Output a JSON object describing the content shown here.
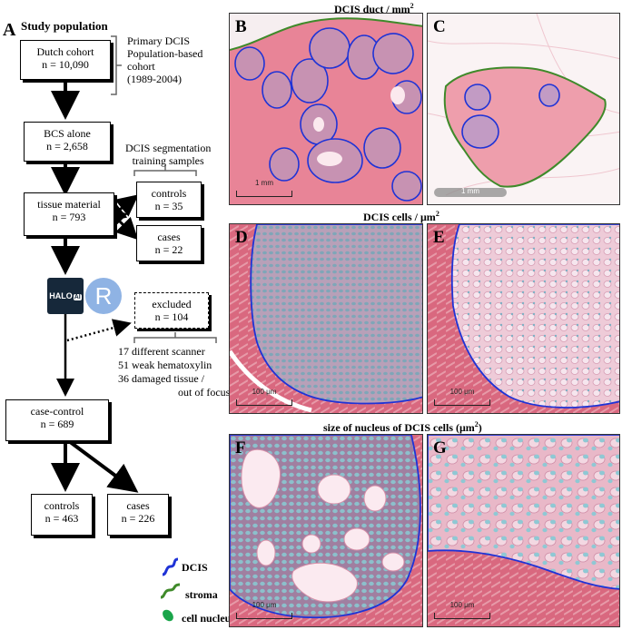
{
  "flowchart": {
    "panel_letter": "A",
    "title": "Study population",
    "cohort_box": {
      "line1": "Dutch cohort",
      "line2": "n = 10,090"
    },
    "cohort_note": {
      "line1": "Primary DCIS",
      "line2": "Population-based",
      "line3": "cohort",
      "line4": "(1989-2004)"
    },
    "bcs_box": {
      "line1": "BCS alone",
      "line2": "n = 2,658"
    },
    "segmentation_note": {
      "line1": "DCIS segmentation",
      "line2": "training samples"
    },
    "tissue_box": {
      "line1": "tissue material",
      "line2": "n = 793"
    },
    "controls_train_box": {
      "line1": "controls",
      "line2": "n = 35"
    },
    "cases_train_box": {
      "line1": "cases",
      "line2": "n = 22"
    },
    "halo_logo": {
      "text1": "HALO",
      "text2": "AI"
    },
    "r_logo": "R",
    "excluded_box": {
      "line1": "excluded",
      "line2": "n = 104"
    },
    "excluded_reasons": [
      "17 different scanner",
      "51 weak hematoxylin",
      "36 damaged tissue /",
      "out of focus"
    ],
    "case_control_box": {
      "line1": "case-control",
      "line2": "n = 689"
    },
    "controls_box": {
      "line1": "controls",
      "line2": "n = 463"
    },
    "cases_box": {
      "line1": "cases",
      "line2": "n = 226"
    }
  },
  "legend": {
    "dcis": "DCIS",
    "stroma": "stroma",
    "nucleus": "cell nucleus"
  },
  "colors": {
    "dcis": "#1f33d6",
    "stroma": "#3f8a2a",
    "nucleus": "#1aa54a",
    "tissue": "#e58a9a",
    "panel_border": "#333333"
  },
  "sections": {
    "duct_title_main": "DCIS duct / mm",
    "duct_title_sup": "2",
    "cells_title_main": "DCIS cells / μm",
    "cells_title_sup": "2",
    "nucleus_title_main": "size of nucleus of DCIS cells (μm",
    "nucleus_title_sup": "2",
    "nucleus_title_end": ")"
  },
  "panels": {
    "B": {
      "label": "B",
      "scale": "1 mm"
    },
    "C": {
      "label": "C",
      "scale": "1 mm"
    },
    "D": {
      "label": "D",
      "scale": "100 μm"
    },
    "E": {
      "label": "E",
      "scale": "100 μm"
    },
    "F": {
      "label": "F",
      "scale": "100 μm"
    },
    "G": {
      "label": "G",
      "scale": "100 μm"
    }
  }
}
